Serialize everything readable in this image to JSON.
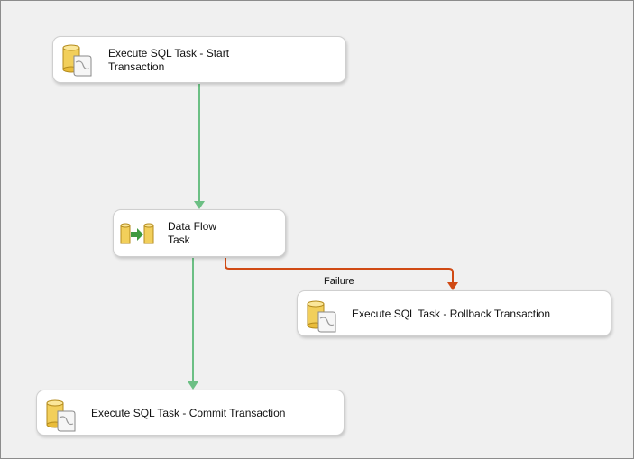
{
  "designer": {
    "tasks": {
      "start": {
        "label": "Execute SQL Task - Start\nTransaction",
        "icon": "sql-task-icon"
      },
      "dataflow": {
        "label": "Data Flow\nTask",
        "icon": "data-flow-icon"
      },
      "rollback": {
        "label": "Execute SQL Task - Rollback Transaction",
        "icon": "sql-task-icon"
      },
      "commit": {
        "label": "Execute SQL Task - Commit Transaction",
        "icon": "sql-task-icon"
      }
    },
    "constraints": {
      "failure_label": "Failure"
    },
    "colors": {
      "success": "#6cbf84",
      "failure": "#d04a14",
      "canvas": "#f0f0f0"
    }
  }
}
